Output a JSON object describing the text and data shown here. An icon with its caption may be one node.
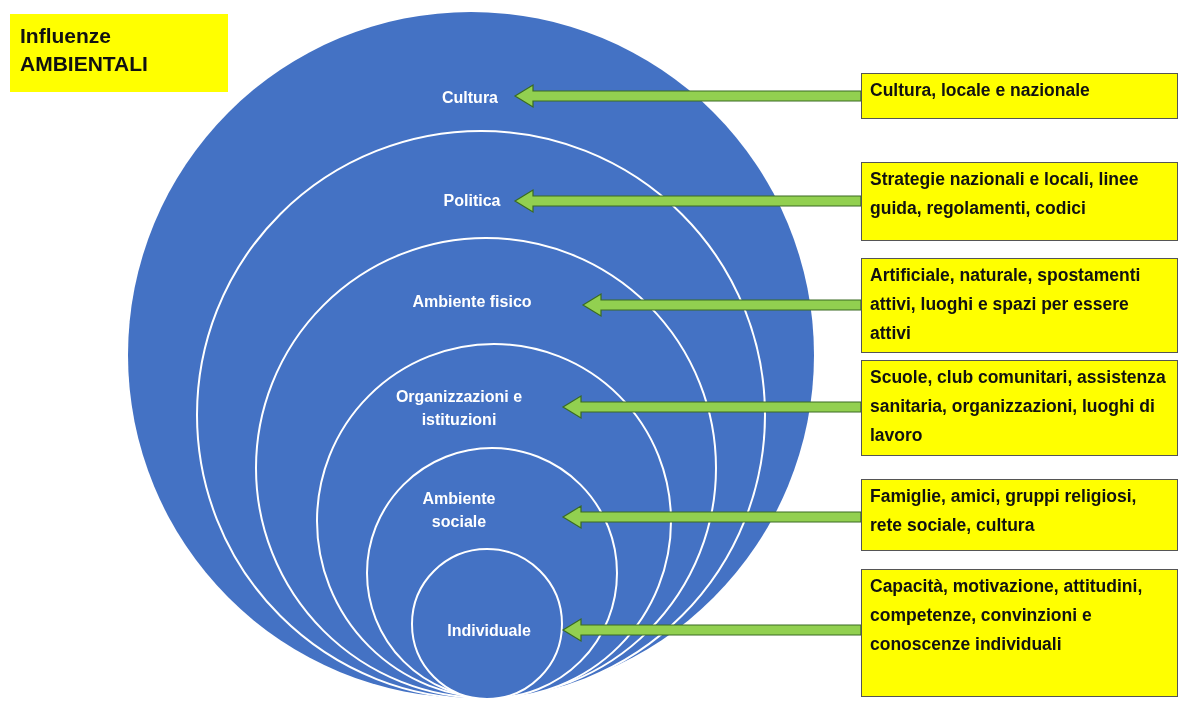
{
  "diagram": {
    "nodes": [
      {
        "text": [
          "Influenze AMBIENTALI"
        ]
      },
      {
        "text": [
          "Cultura"
        ]
      },
      {
        "text": [
          "Politica"
        ],
        "in": 1
      },
      {
        "text": [
          "Ambiente fisico"
        ],
        "in": 2
      },
      {
        "text": [
          "Organizzazioni e istituzioni"
        ],
        "in": 3
      },
      {
        "text": [
          "Ambiente sociale"
        ],
        "in": 4
      },
      {
        "text": [
          "Individuale"
        ],
        "in": 5
      },
      {
        "text": [
          "Cultura, locale e nazionale"
        ]
      },
      {
        "text": [
          "Strategie nazionali e locali, linee guida, regolamenti, codici"
        ]
      },
      {
        "text": [
          "Artificiale, naturale, spostamenti attivi, luoghi e spazi per essere attivi"
        ]
      },
      {
        "text": [
          "Scuole, club comunitari, assistenza sanitaria, organizzazioni, luoghi di lavoro"
        ]
      },
      {
        "text": [
          "Famiglie, amici, gruppi religiosi, rete sociale, cultura"
        ]
      },
      {
        "text": [
          "Capacità, motivazione, attitudini, competenze, convinzioni e conoscenze individuali"
        ]
      }
    ],
    "edges": [
      {
        "from": 7,
        "to": 1,
        "arrow": "to"
      },
      {
        "from": 8,
        "to": 2,
        "arrow": "to"
      },
      {
        "from": 9,
        "to": 3,
        "arrow": "to"
      },
      {
        "from": 10,
        "to": 4,
        "arrow": "to"
      },
      {
        "from": 11,
        "to": 5,
        "arrow": "to"
      },
      {
        "from": 12,
        "to": 6,
        "arrow": "to"
      }
    ]
  }
}
